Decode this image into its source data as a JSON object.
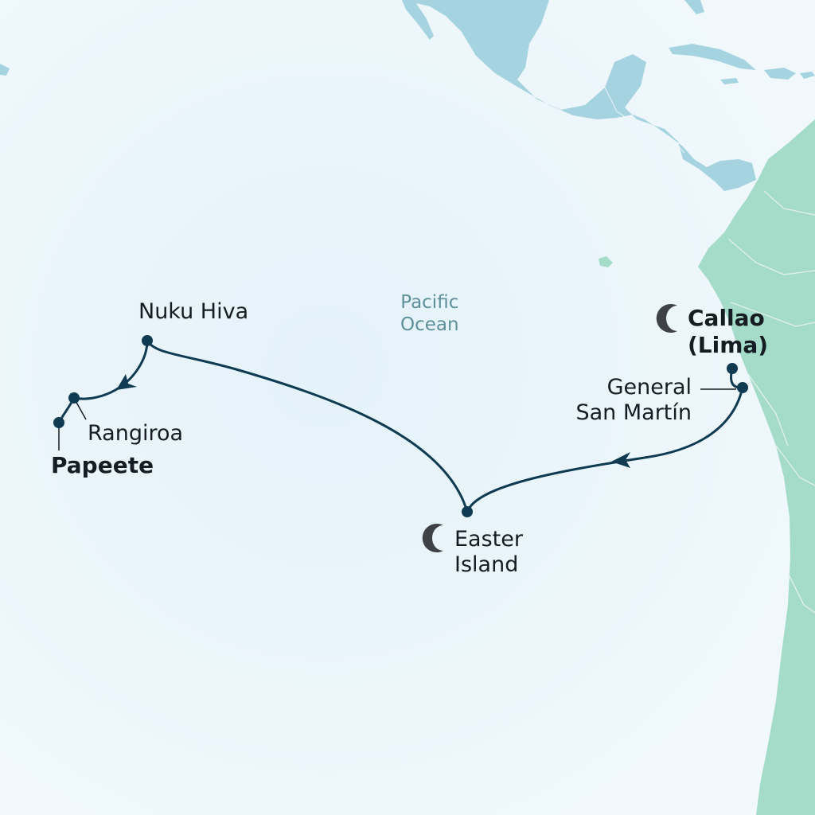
{
  "map": {
    "ocean_label_1": "Pacific",
    "ocean_label_2": "Ocean",
    "colors": {
      "ocean": "#eaf5fb",
      "land_north": "#a6d3e0",
      "land_south": "#a5dcc9",
      "route": "#0e3a52",
      "moon": "#3e4246"
    },
    "ports": [
      {
        "id": "nuku-hiva",
        "lines": [
          "Nuku Hiva"
        ],
        "bold": false,
        "overnight": false
      },
      {
        "id": "rangiroa",
        "lines": [
          "Rangiroa"
        ],
        "bold": false,
        "overnight": false
      },
      {
        "id": "papeete",
        "lines": [
          "Papeete"
        ],
        "bold": true,
        "overnight": false
      },
      {
        "id": "callao",
        "lines": [
          "Callao",
          "(Lima)"
        ],
        "bold": true,
        "overnight": true
      },
      {
        "id": "general-san-martin",
        "lines": [
          "General",
          "San Martín"
        ],
        "bold": false,
        "overnight": false
      },
      {
        "id": "easter-island",
        "lines": [
          "Easter",
          "Island"
        ],
        "bold": false,
        "overnight": true
      }
    ]
  }
}
